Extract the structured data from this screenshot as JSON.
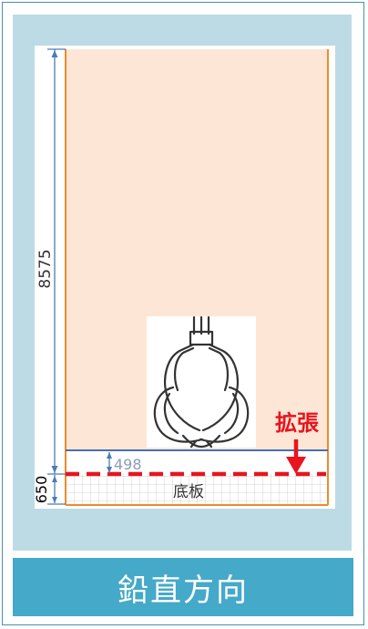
{
  "diagram": {
    "dimension_total": "8575",
    "dimension_base": "650",
    "dimension_gap": "498",
    "base_label": "底板",
    "expansion_label": "拡張",
    "colors": {
      "chamber_fill": "#fde6d6",
      "chamber_wall": "#f08a2a",
      "floor_line": "#4a6fb0",
      "expansion": "#e8141e",
      "dimension": "#4a7db5",
      "panel": "#bcdbe4",
      "footer": "#45a9c9"
    }
  },
  "footer": {
    "title": "鉛直方向"
  }
}
